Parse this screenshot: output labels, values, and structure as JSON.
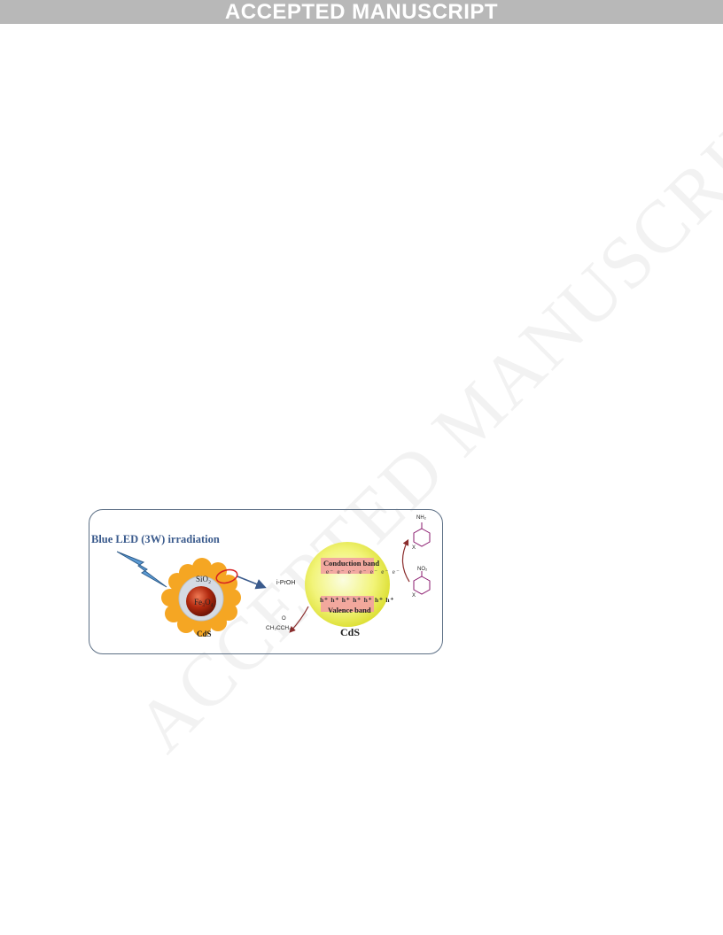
{
  "banner": {
    "text": "ACCEPTED MANUSCRIPT"
  },
  "watermark": {
    "text": "ACCEPTED MANUSCRIPT"
  },
  "graphical_abstract": {
    "irradiation_label": "Blue LED (3W) irradiation",
    "particle": {
      "shell_label": "SiO₂",
      "core_label": "Fe₃O₄",
      "coating_label": "CdS"
    },
    "photocatalyst": {
      "conduction_band_label": "Conduction band",
      "electrons_text": "e⁻ e⁻ e⁻ e⁻ e⁻ e⁻ e⁻",
      "holes_text": "h⁺ h⁺ h⁺ h⁺ h⁺ h⁺ h⁺",
      "valence_band_label": "Valence band",
      "sphere_label": "CdS"
    },
    "oxidation": {
      "reactant_label": "i-PrOH",
      "product_oxygen": "O",
      "product_label": "CH₃CCH₃"
    },
    "reduction": {
      "product_group": "NH₂",
      "reactant_group": "NO₂",
      "substituent_top": "X",
      "substituent_bottom": "X"
    },
    "colors": {
      "frame": "#5c6f85",
      "led_text": "#3a5a8c",
      "bolt": "#5b9bd5",
      "cds_coating": "#f5a623",
      "core": "#b22a10",
      "shell": "#d4dae3",
      "sphere": "#ecee4c",
      "band": "#f2a0a0",
      "molecule": "#8a1a6e",
      "arrow": "#3a5a8c",
      "redox_arrow": "#8b2d2d"
    }
  }
}
